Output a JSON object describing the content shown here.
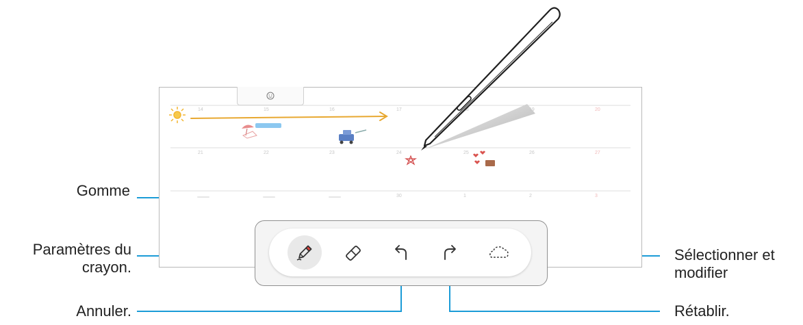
{
  "callouts": {
    "gomme": "Gomme",
    "pen_settings_line1": "Paramètres du",
    "pen_settings_line2": "crayon.",
    "undo": "Annuler.",
    "select_line1": "Sélectionner et",
    "select_line2": "modifier",
    "redo": "Rétablir."
  },
  "toolbar": {
    "tools": [
      {
        "name": "pen-settings",
        "icon": "pen-icon",
        "active": true
      },
      {
        "name": "eraser",
        "icon": "eraser-icon",
        "active": false
      },
      {
        "name": "undo",
        "icon": "undo-arrow-icon",
        "active": false
      },
      {
        "name": "redo",
        "icon": "redo-arrow-icon",
        "active": false
      },
      {
        "name": "lasso-select",
        "icon": "lasso-icon",
        "active": false
      }
    ]
  },
  "colors": {
    "pen_tip": "#e8403a",
    "annotation_line": "#1a9bd7",
    "toolbar_border": "#8f8f8f",
    "sun": "#f2b632",
    "arrow": "#e8a830"
  }
}
